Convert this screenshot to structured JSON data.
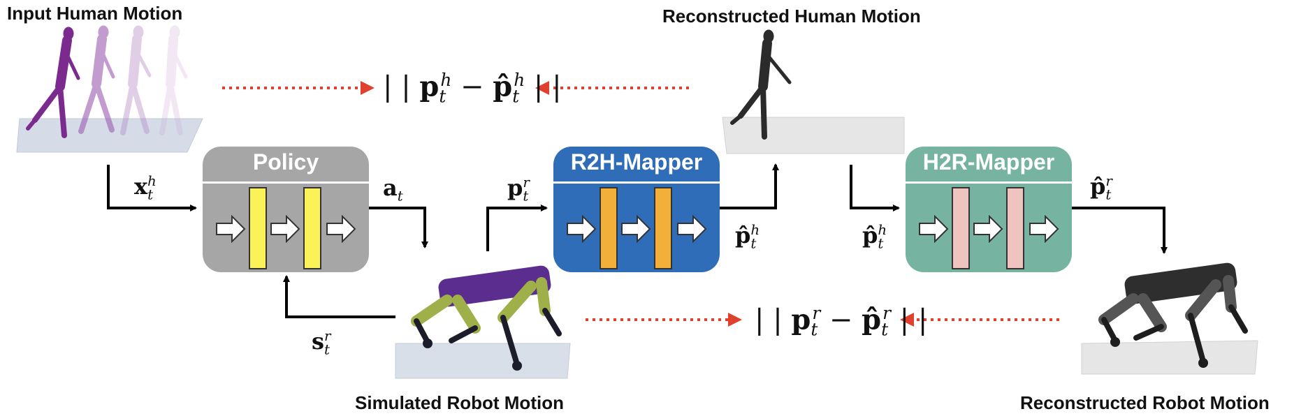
{
  "labels": {
    "input_human_motion": "Input Human Motion",
    "reconstructed_human_motion": "Reconstructed Human Motion",
    "simulated_robot_motion": "Simulated Robot Motion",
    "reconstructed_robot_motion": "Reconstructed Robot Motion"
  },
  "blocks": {
    "policy": {
      "title": "Policy",
      "color": "#a6a6a6",
      "layer_color": "#fbf159"
    },
    "r2h": {
      "title": "R2H-Mapper",
      "color": "#2f6db8",
      "layer_color": "#f2b03a"
    },
    "h2r": {
      "title": "H2R-Mapper",
      "color": "#76b3a0",
      "layer_color": "#efc4c0"
    }
  },
  "symbols": {
    "x_h": {
      "base": "x",
      "sub": "t",
      "sup": "h"
    },
    "a_t": {
      "base": "a",
      "sub": "t"
    },
    "s_r": {
      "base": "s",
      "sub": "t",
      "sup": "r"
    },
    "p_r": {
      "base": "p",
      "sub": "t",
      "sup": "r"
    },
    "p_hat_h_out": {
      "base": "p̂",
      "sub": "t",
      "sup": "h"
    },
    "p_hat_h_in": {
      "base": "p̂",
      "sub": "t",
      "sup": "h"
    },
    "p_hat_r": {
      "base": "p̂",
      "sub": "t",
      "sup": "r"
    }
  },
  "losses": {
    "human": {
      "open": "| | ",
      "a": "p",
      "mid": " − ",
      "b": "p̂",
      "sub": "t",
      "sup": "h",
      "close": " | |"
    },
    "robot": {
      "open": "| | ",
      "a": "p",
      "mid": " − ",
      "b": "p̂",
      "sub": "t",
      "sup": "r",
      "close": " | |"
    }
  },
  "colors": {
    "dotted_arrow": "#e0402e",
    "human_figure": "#7b2a8e",
    "robot_body": "#5b2d8e",
    "robot_legs": "#9fb04a",
    "recon_figure": "#2b2b2b"
  }
}
